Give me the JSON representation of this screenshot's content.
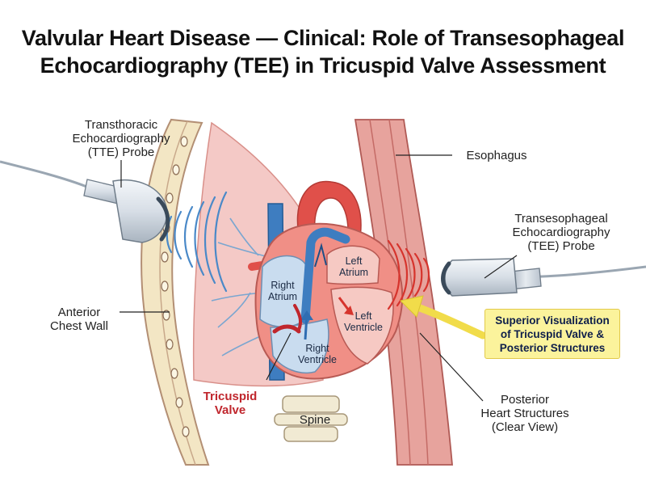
{
  "title": {
    "line1": "Valvular Heart Disease — Clinical: Role of Transesophageal",
    "line2": "Echocardiography (TEE) in Tricuspid Valve Assessment"
  },
  "labels": {
    "tte_probe": [
      "Transthoracic",
      "Echocardiography",
      "(TTE) Probe"
    ],
    "esophagus": "Esophagus",
    "tee_probe": [
      "Transesophageal",
      "Echocardiography",
      "(TEE) Probe"
    ],
    "anterior_chest_wall": [
      "Anterior",
      "Chest Wall"
    ],
    "right_atrium": [
      "Right",
      "Atrium"
    ],
    "left_atrium": [
      "Left",
      "Atrium"
    ],
    "left_ventricle": [
      "Left",
      "Ventricle"
    ],
    "right_ventricle": [
      "Right",
      "Ventricle"
    ],
    "tricuspid_valve": [
      "Tricuspid",
      "Valve"
    ],
    "spine": "Spine",
    "posterior_structures": [
      "Posterior",
      "Heart Structures",
      "(Clear View)"
    ]
  },
  "callout": [
    "Superior Visualization",
    "of Tricuspid Valve &",
    "Posterior Structures"
  ],
  "colors": {
    "chest_wall": "#f3e6c4",
    "chest_wall_edge": "#c8a88a",
    "lung": "#f4c9c6",
    "esophagus": "#d9827e",
    "heart": "#f08f86",
    "chamber": "#c9dcef",
    "vessel_blue": "#3e7dc0",
    "vessel_red": "#e0504a",
    "wave_tte": "#4a89c8",
    "wave_tee": "#d6342d",
    "valve": "#c0262d",
    "callout_bg": "#fbf39c"
  }
}
